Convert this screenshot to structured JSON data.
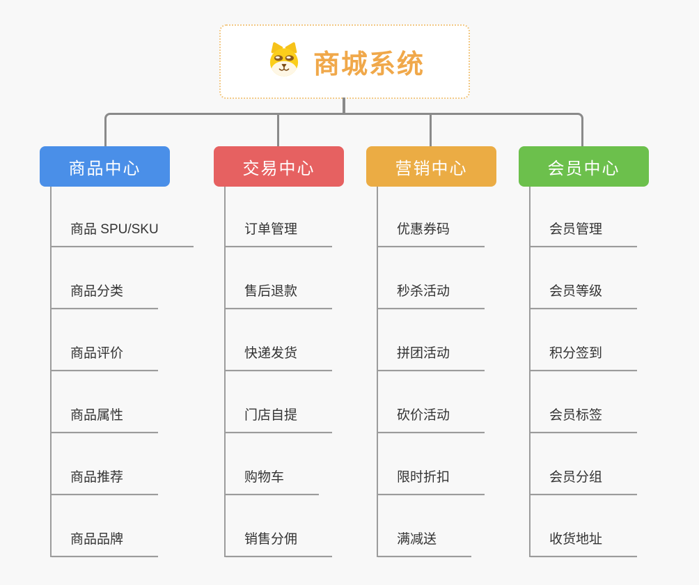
{
  "root": {
    "title": "商城系统",
    "icon": "dog-face-icon",
    "title_color": "#f0a84a",
    "border_color": "#f2c883"
  },
  "connector_color": "#8a8a8a",
  "background_color": "#f8f8f8",
  "branches": [
    {
      "label": "商品中心",
      "color": "#4a8fe8",
      "items": [
        "商品 SPU/SKU",
        "商品分类",
        "商品评价",
        "商品属性",
        "商品推荐",
        "商品品牌"
      ]
    },
    {
      "label": "交易中心",
      "color": "#e66161",
      "items": [
        "订单管理",
        "售后退款",
        "快递发货",
        "门店自提",
        "购物车",
        "销售分佣"
      ]
    },
    {
      "label": "营销中心",
      "color": "#ebac44",
      "items": [
        "优惠券码",
        "秒杀活动",
        "拼团活动",
        "砍价活动",
        "限时折扣",
        "满减送"
      ]
    },
    {
      "label": "会员中心",
      "color": "#6cc04c",
      "items": [
        "会员管理",
        "会员等级",
        "积分签到",
        "会员标签",
        "会员分组",
        "收货地址"
      ]
    }
  ]
}
